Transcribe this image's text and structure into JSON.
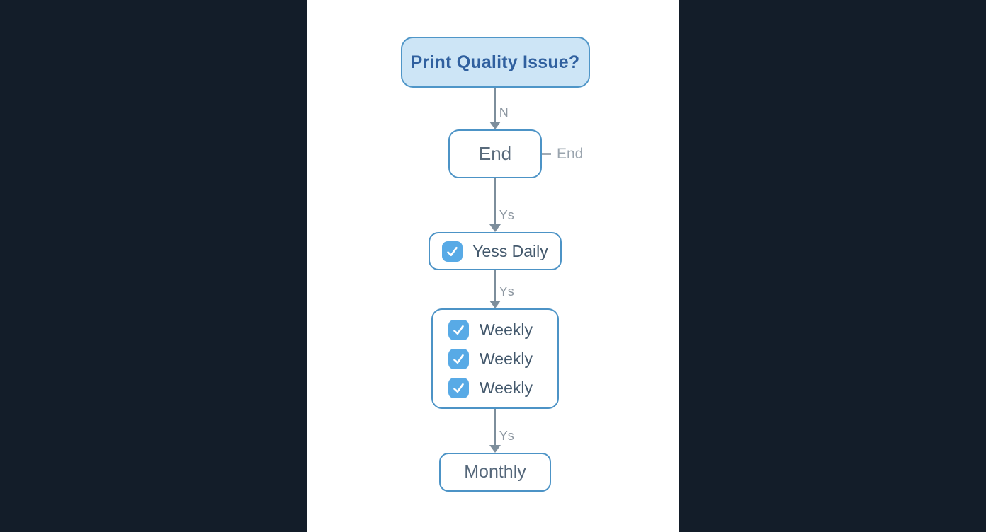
{
  "colors": {
    "page_background": "#131d29",
    "panel_background": "#ffffff",
    "node_border": "#4c93c6",
    "start_fill": "#cde5f6",
    "start_text": "#30609f",
    "node_text": "#5a6b7c",
    "checkbox_fill": "#58aae6",
    "arrow": "#7d8e9c",
    "edge_label_text": "#8d97a1"
  },
  "flowchart": {
    "start": {
      "label": "Print Quality Issue?"
    },
    "end": {
      "label": "End",
      "side_label": "End"
    },
    "daily": {
      "label": "Yess Daily",
      "checked": true
    },
    "weekly": {
      "items": [
        {
          "label": "Weekly",
          "checked": true
        },
        {
          "label": "Weekly",
          "checked": true
        },
        {
          "label": "Weekly",
          "checked": true
        }
      ]
    },
    "monthly": {
      "label": "Monthly"
    },
    "edges": {
      "e1": "N",
      "e2": "Ys",
      "e3": "Ys",
      "e4": "Ys"
    }
  }
}
